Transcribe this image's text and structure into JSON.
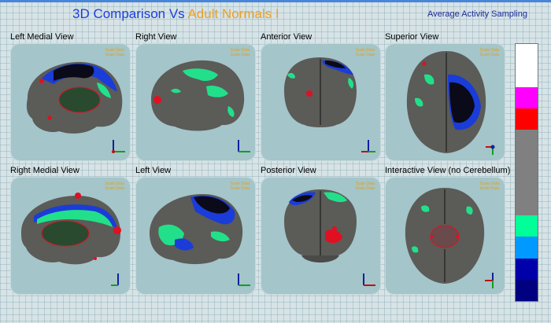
{
  "header": {
    "title_part1": "3D Comparison Vs ",
    "title_part2": "Adult Normals I",
    "subtitle": "Average Activity Sampling"
  },
  "views": [
    {
      "label": "Left Medial View",
      "scale": [
        "Scale Data",
        "Scale Data"
      ]
    },
    {
      "label": "Right View",
      "scale": [
        "Scale Data",
        "Scale Data"
      ]
    },
    {
      "label": "Anterior View",
      "scale": [
        "Scale Data",
        "Scale Data"
      ]
    },
    {
      "label": "Superior View",
      "scale": [
        "Scale Data",
        "Scale Data"
      ]
    },
    {
      "label": "Right Medial View",
      "scale": [
        "Scale Data",
        "Scale Data"
      ]
    },
    {
      "label": "Left View",
      "scale": [
        "Scale Data",
        "Scale Data"
      ]
    },
    {
      "label": "Posterior View",
      "scale": [
        "Scale Data",
        "Scale Data"
      ]
    },
    {
      "label": "Interactive View (no Cerebellum)",
      "scale": [
        "Scale Data",
        "Scale Data"
      ]
    }
  ],
  "legend_colors": [
    "#ffffff",
    "#ffffff",
    "#ff00ff",
    "#ff0000",
    "#808080",
    "#808080",
    "#808080",
    "#808080",
    "#00ff99",
    "#0099ff",
    "#0000aa",
    "#000080"
  ],
  "colors": {
    "brain_gray": "#5b5b58",
    "hypo_blue": "#1a3cd8",
    "hyper_green": "#22e08a",
    "hyper_red": "#e01020",
    "medial_cut": "#2a4a30"
  }
}
